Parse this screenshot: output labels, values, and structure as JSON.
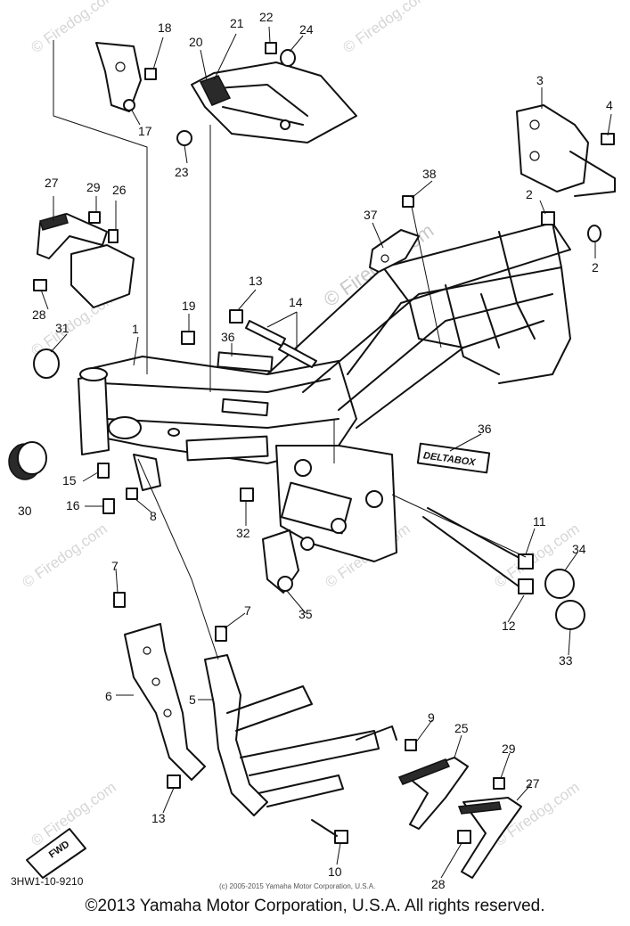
{
  "diagram": {
    "part_code": "3HW1-10-9210",
    "small_copyright": "(c) 2005-2015 Yamaha Motor Corporation, U.S.A.",
    "watermark": "© Firedog.com",
    "watermark_center": "© Firedog.com",
    "sticker_text": "DELTABOX",
    "fwd_label": "FWD",
    "callouts": [
      "18",
      "21",
      "22",
      "24",
      "20",
      "3",
      "4",
      "17",
      "23",
      "27",
      "29",
      "26",
      "38",
      "2",
      "37",
      "2",
      "28",
      "13",
      "14",
      "19",
      "31",
      "1",
      "36",
      "36",
      "15",
      "30",
      "16",
      "8",
      "32",
      "11",
      "34",
      "7",
      "35",
      "12",
      "7",
      "33",
      "6",
      "5",
      "9",
      "25",
      "29",
      "27",
      "13",
      "10",
      "28"
    ]
  },
  "footer": {
    "copyright": "©2013 Yamaha Motor Corporation, U.S.A. All rights reserved."
  }
}
